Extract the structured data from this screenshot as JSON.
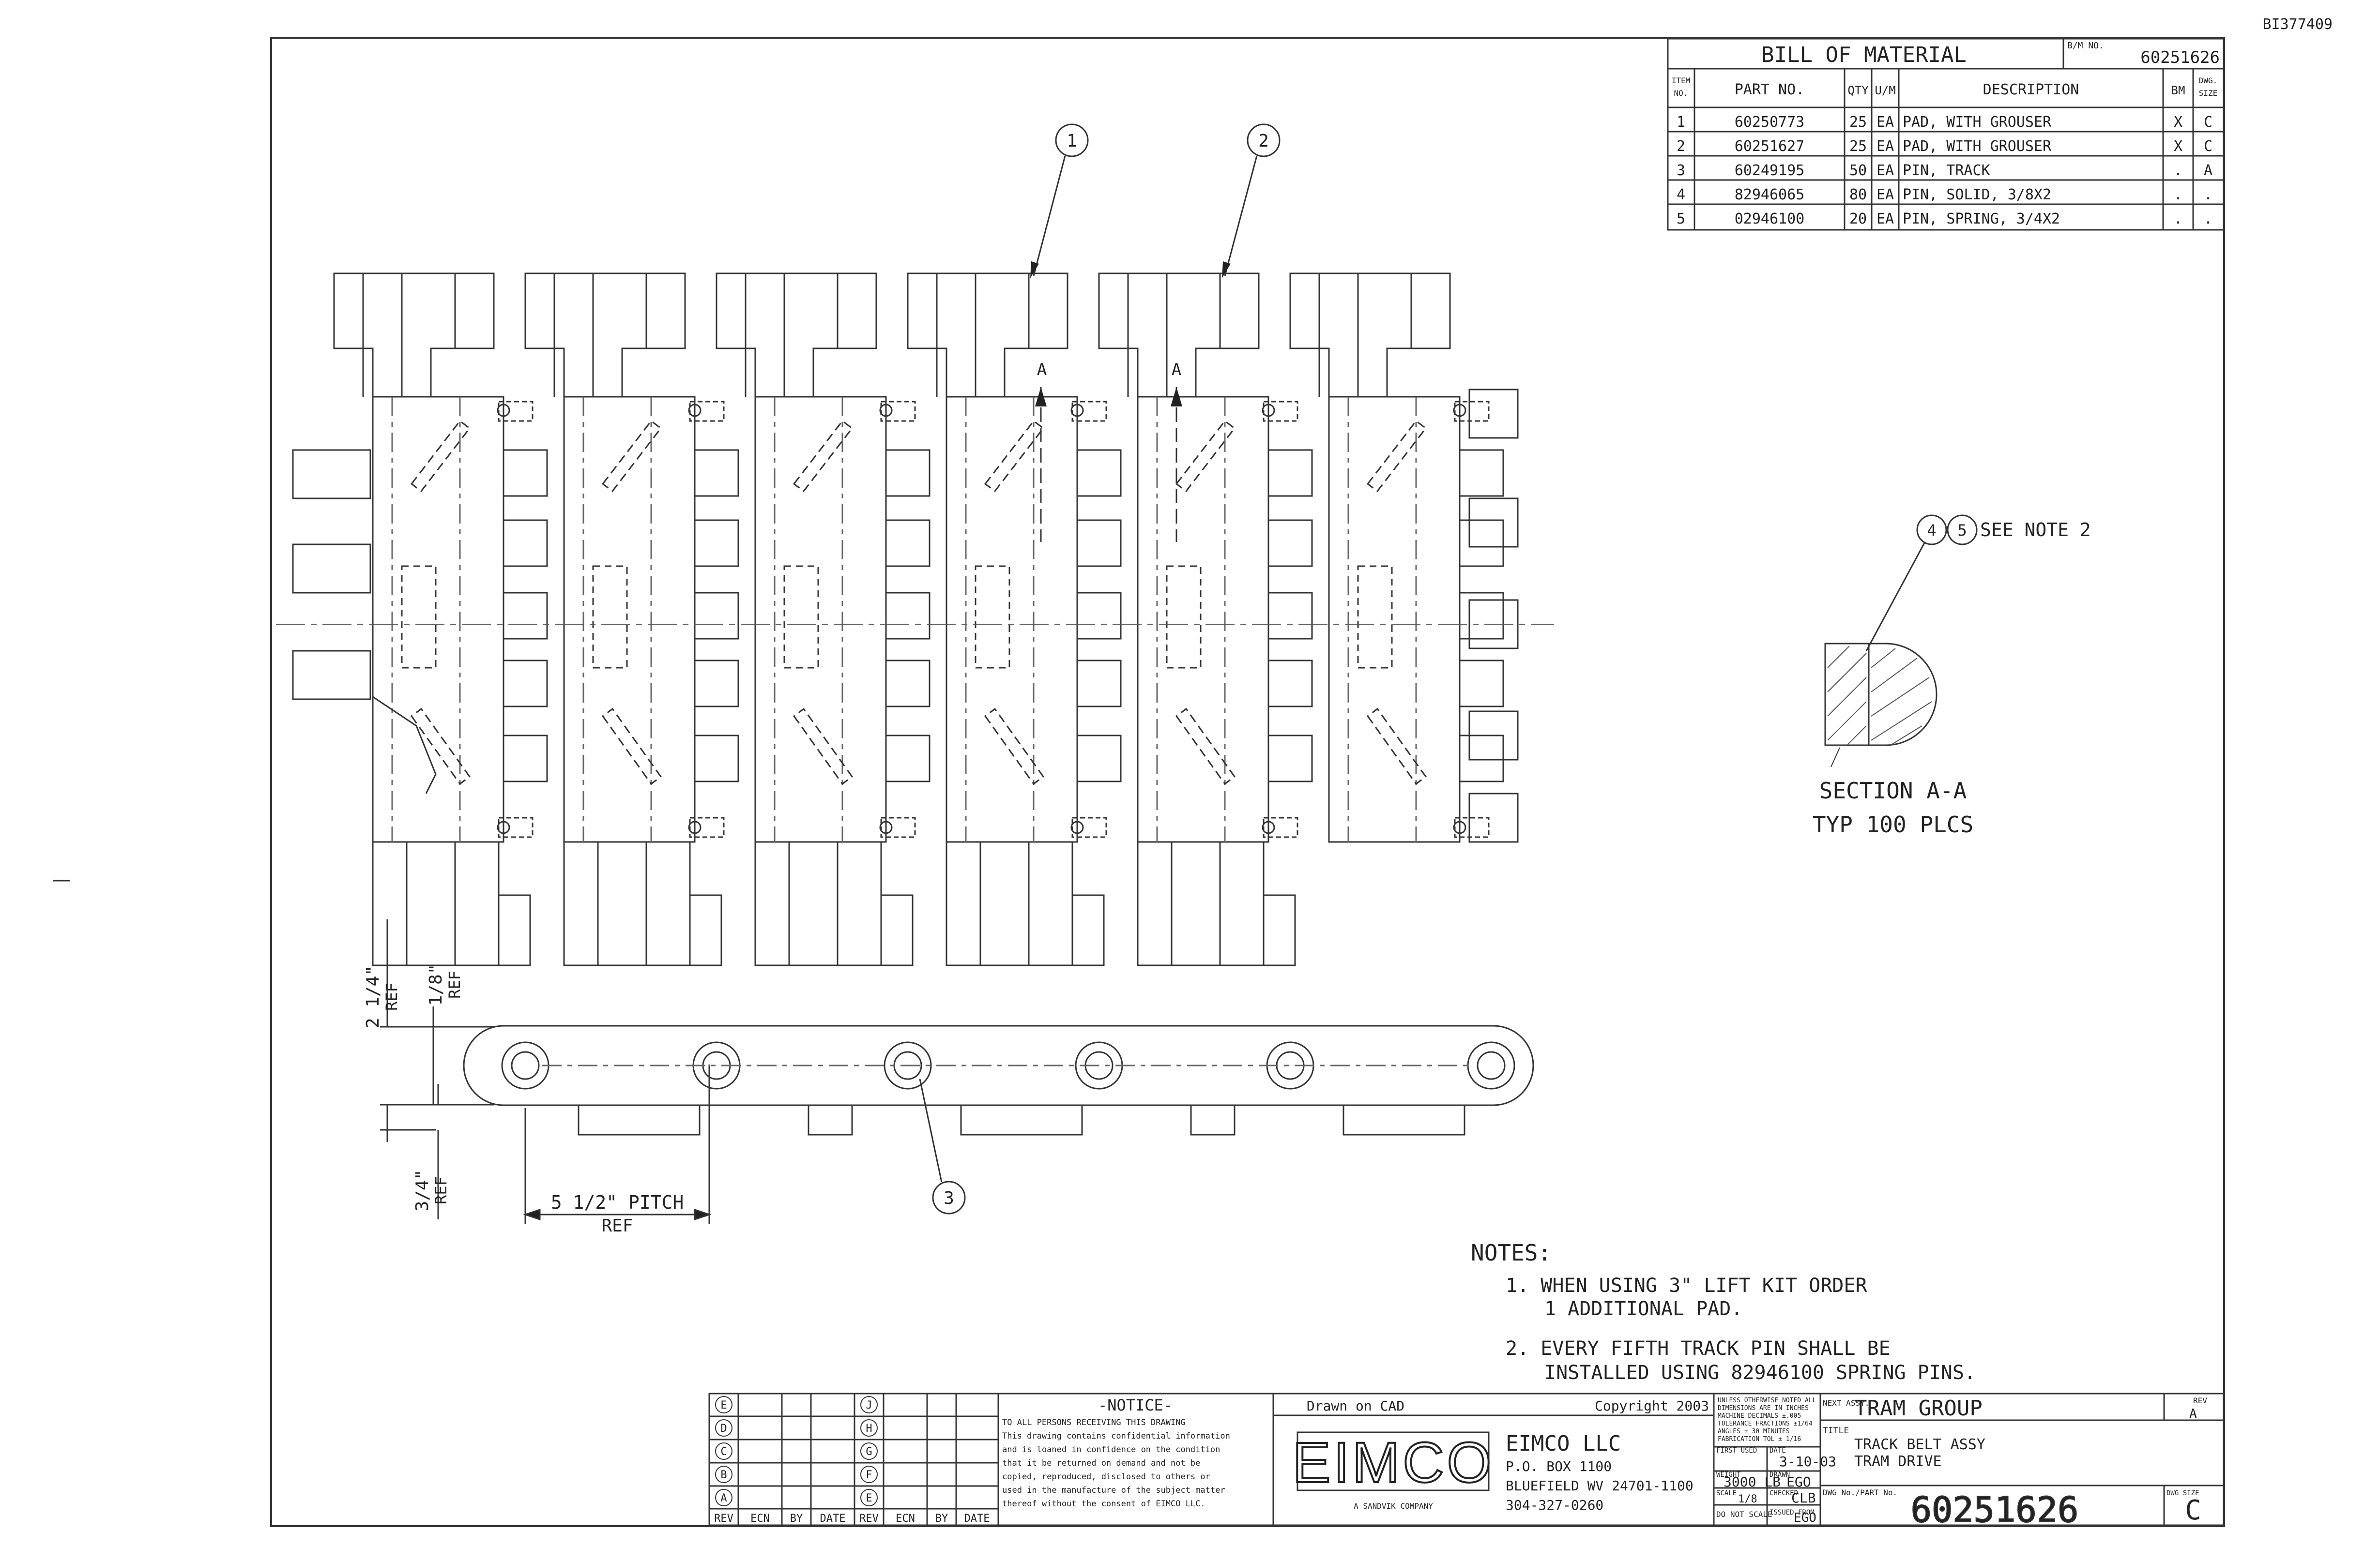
{
  "corner_id": "BI377409",
  "bom": {
    "title": "BILL OF MATERIAL",
    "bm_no_label": "B/M NO.",
    "bm_no": "60251626",
    "headers": [
      "ITEM NO.",
      "PART NO.",
      "QTY",
      "U/M",
      "DESCRIPTION",
      "BM",
      "DWG. SIZE"
    ],
    "rows": [
      {
        "item": "1",
        "part": "60250773",
        "qty": "25",
        "um": "EA",
        "desc": "PAD, WITH GROUSER",
        "bm": "X",
        "size": "C"
      },
      {
        "item": "2",
        "part": "60251627",
        "qty": "25",
        "um": "EA",
        "desc": "PAD, WITH GROUSER",
        "bm": "X",
        "size": "C"
      },
      {
        "item": "3",
        "part": "60249195",
        "qty": "50",
        "um": "EA",
        "desc": "PIN, TRACK",
        "bm": ".",
        "size": "A"
      },
      {
        "item": "4",
        "part": "82946065",
        "qty": "80",
        "um": "EA",
        "desc": "PIN, SOLID, 3/8X2",
        "bm": ".",
        "size": "."
      },
      {
        "item": "5",
        "part": "02946100",
        "qty": "20",
        "um": "EA",
        "desc": "PIN, SPRING, 3/4X2",
        "bm": ".",
        "size": "."
      }
    ]
  },
  "balloons": {
    "b1": "1",
    "b2": "2",
    "b3": "3",
    "b4": "4",
    "b5": "5"
  },
  "section_arrows": {
    "left": "A",
    "right": "A"
  },
  "see_note": "SEE NOTE 2",
  "section": {
    "title": "SECTION A-A",
    "subtitle": "TYP 100 PLCS"
  },
  "dimensions": {
    "d1_value": "2 1/4\"",
    "d1_ref": "REF",
    "d2_value": "1/8\"",
    "d2_ref": "REF",
    "d3_value": "3/4\"",
    "d3_ref": "REF",
    "pitch": "5 1/2\" PITCH",
    "pitch_ref": "REF"
  },
  "notes": {
    "heading": "NOTES:",
    "n1_line1": "1. WHEN USING 3\" LIFT KIT ORDER",
    "n1_line2": "1 ADDITIONAL PAD.",
    "n2_line1": "2. EVERY FIFTH TRACK PIN SHALL BE",
    "n2_line2": "INSTALLED USING 82946100 SPRING PINS."
  },
  "title_block": {
    "rev_letters_left": [
      "E",
      "D",
      "C",
      "B",
      "A"
    ],
    "rev_letters_right": [
      "J",
      "H",
      "G",
      "F",
      "E"
    ],
    "rev_headers": [
      "REV",
      "ECN",
      "BY",
      "DATE",
      "REV",
      "ECN",
      "BY",
      "DATE"
    ],
    "notice_title": "-NOTICE-",
    "notice_lines": [
      "TO ALL PERSONS RECEIVING THIS DRAWING",
      "This drawing contains confidential information",
      "and is loaned in confidence on the condition",
      "that it be returned on demand and not be",
      "copied, reproduced, disclosed to others or",
      "used in the manufacture of the subject matter",
      "thereof without the consent of EIMCO LLC."
    ],
    "drawn_on": "Drawn on CAD",
    "copyright": "Copyright 2003",
    "logo": "EIMCO",
    "logo_sub": "A SANDVIK COMPANY",
    "company": "EIMCO LLC",
    "addr1": "P.O. BOX 1100",
    "addr2": "BLUEFIELD WV 24701-1100",
    "phone": "304-327-0260",
    "tol_lines": [
      "UNLESS OTHERWISE NOTED ALL",
      "DIMENSIONS ARE IN INCHES",
      "MACHINE   DECIMALS ±.005",
      "TOLERANCE  FRACTIONS ±1/64",
      "ANGLES ± 30 MINUTES",
      "FABRICATION TOL ± 1/16"
    ],
    "first_used_label": "FIRST USED",
    "date_label": "DATE",
    "date": "3-10-03",
    "weight_label": "WEIGHT",
    "weight": "3000 LB",
    "drawn_label": "DRAWN",
    "drawn": "EGO",
    "scale_label": "SCALE",
    "scale": "1/8",
    "checked_label": "CHECKED",
    "checked": "CLB",
    "do_not_scale": "DO NOT SCALE",
    "issued_label": "ISSUED FROM",
    "issued": "EGO",
    "next_assy_label": "NEXT ASSY.",
    "next_assy": "TRAM GROUP",
    "rev_label": "REV",
    "rev": "A",
    "title_label": "TITLE",
    "title1": "TRACK BELT ASSY",
    "title2": "TRAM DRIVE",
    "dwg_no_label": "DWG No./PART No.",
    "dwg_no": "60251626",
    "dwg_size_label": "DWG SIZE",
    "dwg_size": "C"
  }
}
